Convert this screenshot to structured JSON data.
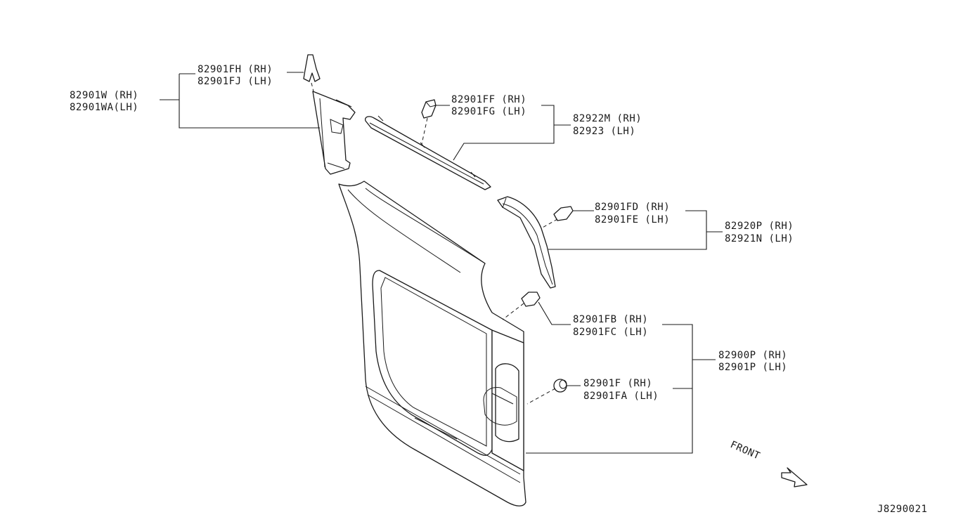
{
  "callouts": {
    "c_82901W": [
      "82901W  (RH)",
      "82901WA(LH)"
    ],
    "c_82901FH": [
      "82901FH (RH)",
      "82901FJ (LH)"
    ],
    "c_82901FF": [
      "82901FF (RH)",
      "82901FG (LH)"
    ],
    "c_82922M": [
      "82922M (RH)",
      "82923 (LH)"
    ],
    "c_82901FD": [
      "82901FD (RH)",
      "82901FE (LH)"
    ],
    "c_82920P": [
      "82920P (RH)",
      "82921N (LH)"
    ],
    "c_82901FB": [
      "82901FB (RH)",
      "82901FC (LH)"
    ],
    "c_82900P": [
      "82900P (RH)",
      "82901P (LH)"
    ],
    "c_82901F": [
      "82901F  (RH)",
      "82901FA (LH)"
    ]
  },
  "direction_label": "FRONT",
  "drawing_code": "J8290021"
}
